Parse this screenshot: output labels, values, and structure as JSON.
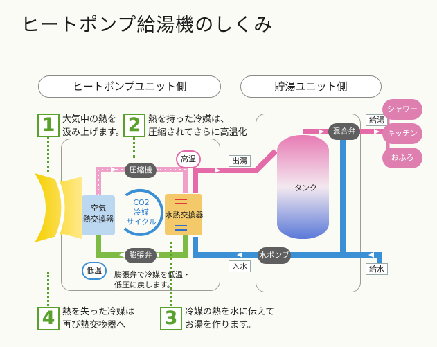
{
  "title": "ヒートポンプ給湯機のしくみ",
  "sections": {
    "heatpump_unit": "ヒートポンプユニット側",
    "storage_unit": "貯湯ユニット側"
  },
  "steps": [
    {
      "number": "1",
      "lines": [
        "大気中の熱を",
        "汲み上げます。"
      ]
    },
    {
      "number": "2",
      "lines": [
        "熱を持った冷媒は、",
        "圧縮されてさらに高温化"
      ]
    },
    {
      "number": "3",
      "lines": [
        "冷媒の熱を水に伝えて",
        "お湯を作ります。"
      ]
    },
    {
      "number": "4",
      "lines": [
        "熱を失った冷媒は",
        "再び熱交換器へ"
      ]
    }
  ],
  "components": {
    "compressor": "圧縮機",
    "expansion_valve": "膨張弁",
    "air_exchanger": [
      "空気",
      "熱交換器"
    ],
    "water_exchanger": "水熱交換器",
    "cycle": [
      "CO2",
      "冷媒",
      "サイクル"
    ],
    "tank": "タンク",
    "mixing_valve": "混合弁",
    "water_pump": "水ポンプ"
  },
  "labels": {
    "high_temp": "高温",
    "low_temp": "低温",
    "expansion_note": [
      "膨張弁で冷媒を低温・",
      "低圧に戻します。"
    ],
    "hot_out": "出湯",
    "water_in": "入水",
    "hot_supply": "給湯",
    "water_supply": "給水"
  },
  "outlets": [
    "シャワー",
    "キッチン",
    "おふろ"
  ],
  "colors": {
    "hot_pipe": "#e46aa8",
    "cold_pipe": "#3b8fd4",
    "step_green": "#5aa02c",
    "outlet_pink": "#de7fb0"
  }
}
